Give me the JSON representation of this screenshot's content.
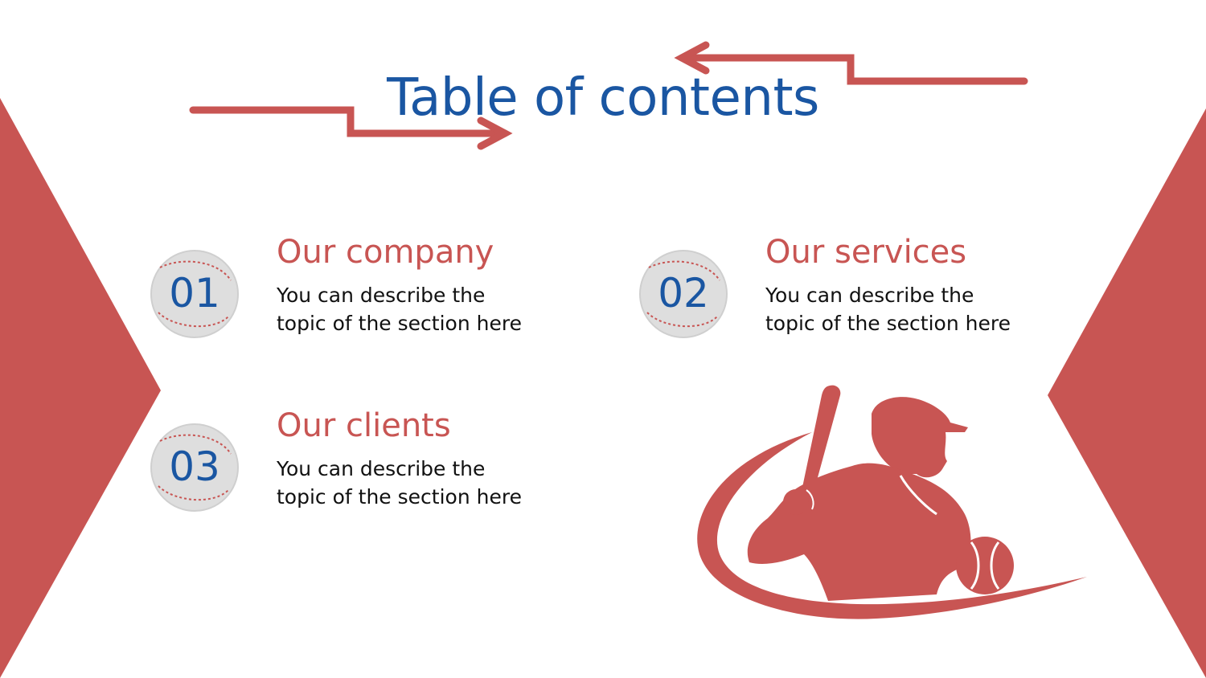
{
  "slide": {
    "title": "Table of contents",
    "accent_color": "#c85553",
    "title_color": "#1a56a2"
  },
  "items": [
    {
      "number": "01",
      "title": "Our company",
      "description_line1": "You can describe the",
      "description_line2": "topic of the section here"
    },
    {
      "number": "02",
      "title": "Our services",
      "description_line1": "You can describe the",
      "description_line2": "topic of the section here"
    },
    {
      "number": "03",
      "title": "Our clients",
      "description_line1": "You can describe the",
      "description_line2": "topic of the section here"
    }
  ],
  "icons": {
    "bullet": "baseball-icon",
    "illustration": "baseball-batter-icon",
    "arrows": "arrow-icon"
  }
}
